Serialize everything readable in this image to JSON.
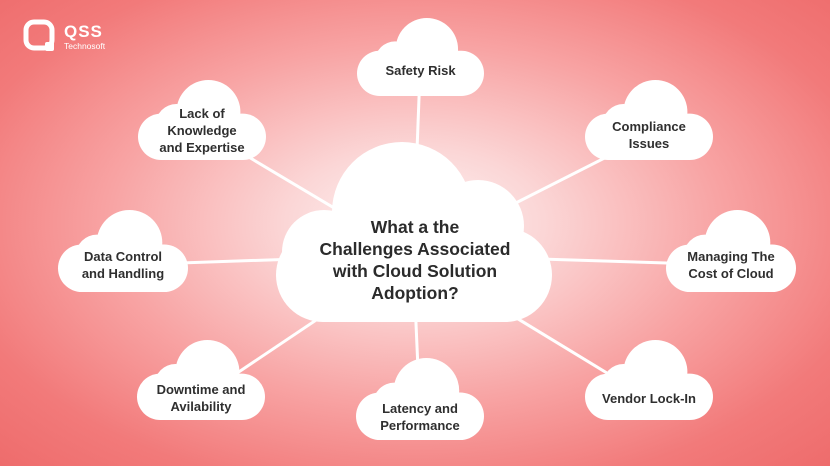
{
  "brand": {
    "name": "QSS",
    "subtitle": "Technosoft"
  },
  "center": {
    "lines": [
      "What a the",
      "Challenges Associated",
      "with Cloud Solution",
      "Adoption?"
    ]
  },
  "nodes": [
    {
      "id": "safety-risk",
      "lines": [
        "Safety Risk"
      ]
    },
    {
      "id": "compliance-issues",
      "lines": [
        "Compliance",
        "Issues"
      ]
    },
    {
      "id": "managing-cost",
      "lines": [
        "Managing The",
        "Cost of Cloud"
      ]
    },
    {
      "id": "vendor-lock-in",
      "lines": [
        "Vendor Lock-In"
      ]
    },
    {
      "id": "latency-performance",
      "lines": [
        "Latency and",
        "Performance"
      ]
    },
    {
      "id": "downtime-availability",
      "lines": [
        "Downtime and",
        "Avilability"
      ]
    },
    {
      "id": "data-control",
      "lines": [
        "Data Control",
        "and Handling"
      ]
    },
    {
      "id": "lack-of-knowledge",
      "lines": [
        "Lack of",
        "Knowledge",
        "and Expertise"
      ]
    }
  ],
  "colors": {
    "cloud": "#ffffff",
    "connector": "#ffffff",
    "text": "#2f2f2f",
    "background_edge": "#ee6c6c",
    "background_center": "#fdf3f3"
  }
}
